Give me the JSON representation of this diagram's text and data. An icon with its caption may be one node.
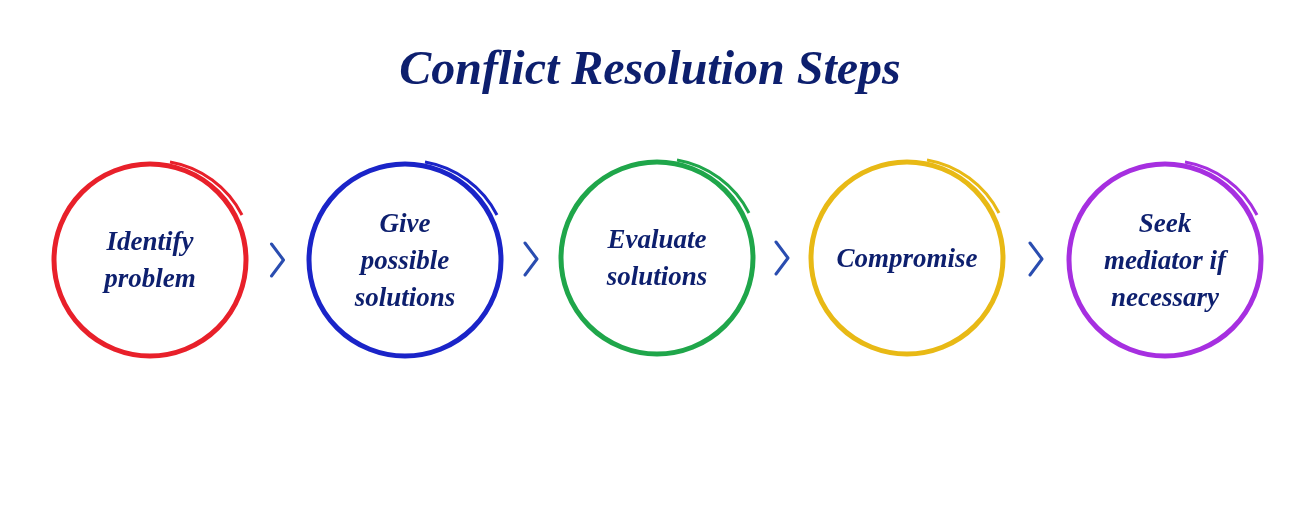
{
  "diagram": {
    "title": "Conflict Resolution Steps",
    "nodes": [
      {
        "text": [
          "Identify problem"
        ]
      },
      {
        "text": [
          "Give possible solutions"
        ]
      },
      {
        "text": [
          "Evaluate solutions"
        ]
      },
      {
        "text": [
          "Compromise"
        ]
      },
      {
        "text": [
          "Seek mediator if necessary"
        ]
      }
    ],
    "edges": [
      {
        "from": 0,
        "to": 1,
        "arrow": "to"
      },
      {
        "from": 1,
        "to": 2,
        "arrow": "to"
      },
      {
        "from": 2,
        "to": 3,
        "arrow": "to"
      },
      {
        "from": 3,
        "to": 4,
        "arrow": "to"
      }
    ]
  }
}
